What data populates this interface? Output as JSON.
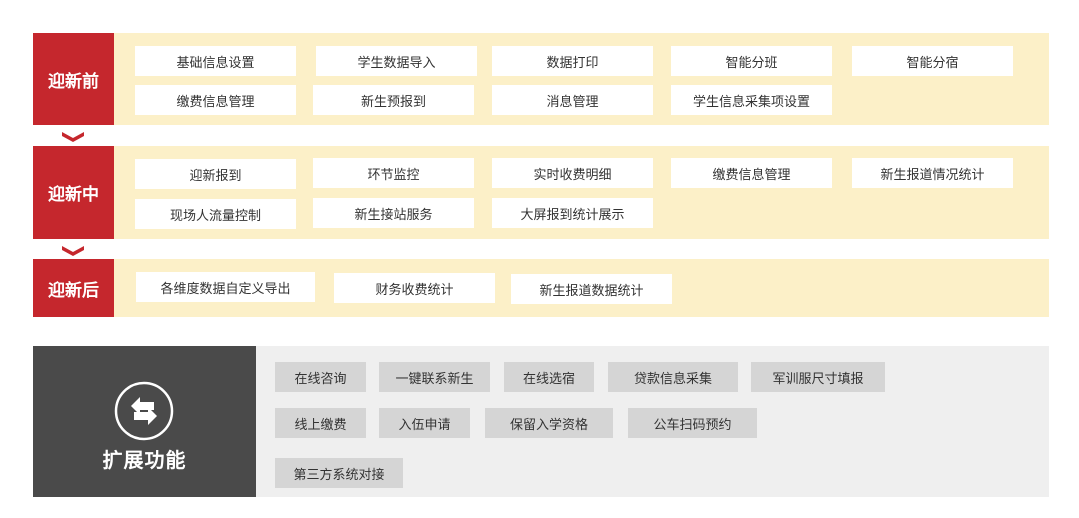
{
  "colors": {
    "accent_red": "#c5272d",
    "panel_yellow": "#fcf0c8",
    "ext_dark": "#4a4a4a",
    "ext_light": "#efefef",
    "chip_gray": "#d5d5d5"
  },
  "stages": [
    {
      "label": "迎新前",
      "items": [
        "基础信息设置",
        "学生数据导入",
        "数据打印",
        "智能分班",
        "智能分宿",
        "缴费信息管理",
        "新生预报到",
        "消息管理",
        "学生信息采集项设置"
      ]
    },
    {
      "label": "迎新中",
      "items": [
        "迎新报到",
        "环节监控",
        "实时收费明细",
        "缴费信息管理",
        "新生报道情况统计",
        "现场人流量控制",
        "新生接站服务",
        "大屏报到统计展示"
      ]
    },
    {
      "label": "迎新后",
      "items": [
        "各维度数据自定义导出",
        "财务收费统计",
        "新生报道数据统计"
      ]
    }
  ],
  "extension": {
    "title": "扩展功能",
    "icon": "swap-arrows-icon",
    "items": [
      "在线咨询",
      "一键联系新生",
      "在线选宿",
      "贷款信息采集",
      "军训服尺寸填报",
      "线上缴费",
      "入伍申请",
      "保留入学资格",
      "公车扫码预约",
      "第三方系统对接"
    ]
  }
}
